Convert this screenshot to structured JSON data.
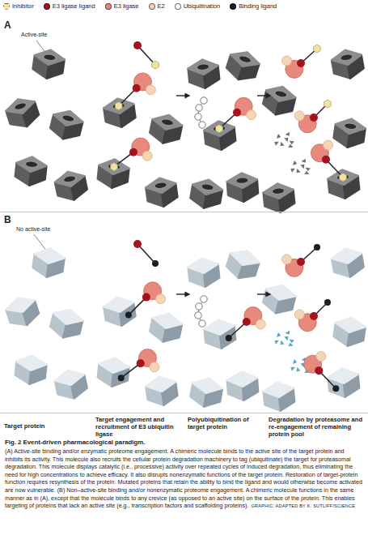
{
  "diagram": {
    "title": "Fig. 2 Event-driven pharmacological paradigm.",
    "caption": "(A) Active-site binding and/or enzymatic proteome engagement. A chimeric molecule binds to the active site of the target protein and inhibits its activity. This molecule also recruits the cellular protein degradation machinery to tag (ubiquitinate) the target for proteasomal degradation. This molecule displays catalytic (i.e., processive) activity over repeated cycles of induced degradation, thus eliminating the need for high concentrations to achieve efficacy. It also disrupts nonenzymatic functions of the target protein. Restoration of target-protein function requires resynthesis of the protein. Mutated proteins that retain the ability to bind the ligand and would otherwise become activated are now vulnerable. (B) Non–active-site binding and/or nonenzymatic proteome engagement. A chimeric molecule functions in the same manner as in (A), except that the molecule binds to any crevice (as opposed to an active site) on the surface of the protein. This enables targeting of proteins that lack an active site (e.g., transcription factors and scaffolding proteins).",
    "nodes": [
      {
        "text": [
          "A",
          "Active-site"
        ]
      },
      {
        "text": [
          "B",
          "No active-site"
        ]
      }
    ],
    "labels": [
      "Target protein",
      "Target engagement and recruitment of E3 ubiquitin ligase",
      "Polyubiquitination of target protein",
      "Degradation by proteasome and re-engagement of remaining protein pool",
      "GRAPHIC: ADAPTED BY K. SUTLIFF/SCIENCE"
    ],
    "legend": [
      {
        "text": "Inhibitor",
        "color": "#f0e2a6"
      },
      {
        "text": "E3 ligase ligand",
        "color": "#a3141e"
      },
      {
        "text": "E3 ligase",
        "color": "#e8897d"
      },
      {
        "text": "E2",
        "color": "#f4d5b5"
      },
      {
        "text": "Ubiquitination",
        "color": "#ffffff"
      },
      {
        "text": "Binding ligand",
        "color": "#1e1e1e"
      }
    ]
  }
}
